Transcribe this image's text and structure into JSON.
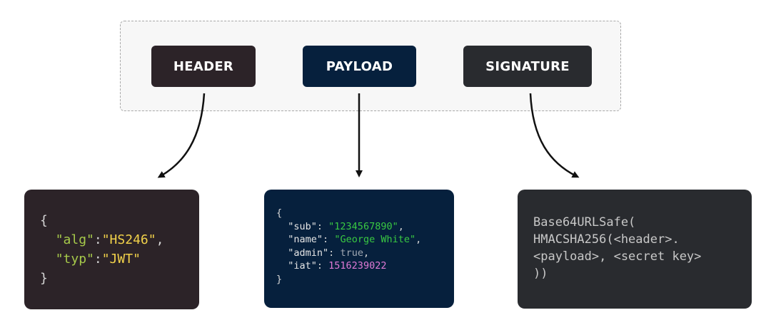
{
  "parts": {
    "header": "HEADER",
    "payload": "PAYLOAD",
    "signature": "SIGNATURE"
  },
  "header_code": {
    "open": "{",
    "alg_key": "\"alg\"",
    "alg_value": "\"HS246\"",
    "typ_key": "\"typ\"",
    "typ_value": "\"JWT\"",
    "close": "}"
  },
  "payload_code": {
    "open": "{",
    "sub_key": "\"sub\"",
    "sub_value": "\"1234567890\"",
    "name_key": "\"name\"",
    "name_value": "\"George White\"",
    "admin_key": "\"admin\"",
    "admin_value": "true",
    "iat_key": "\"iat\"",
    "iat_value": "1516239022",
    "close": "}"
  },
  "signature_code": {
    "line1": "Base64URLSafe(",
    "line2": "HMACSHA256(<header>.",
    "line3": "<payload>, <secret key>",
    "line4": "))"
  },
  "colors": {
    "header_bg": "#2c2328",
    "payload_bg": "#06203d",
    "signature_bg": "#292b2f",
    "arrow": "#111111"
  }
}
